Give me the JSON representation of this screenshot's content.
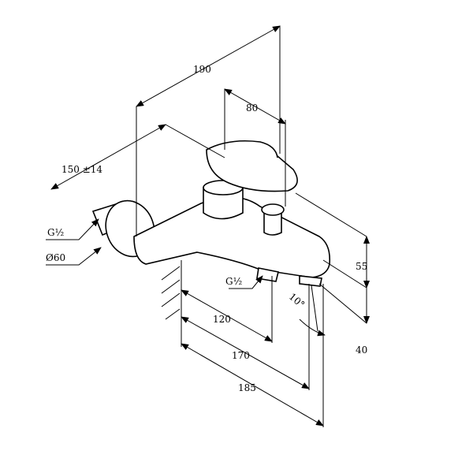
{
  "title": "Bath mixer dimension drawing",
  "dimensions": {
    "overall_depth": "190",
    "lever_offset": "80",
    "wall_distance": "150 ±14",
    "inlet_thread": "G½",
    "rosette_diameter": "Ø60",
    "outlet_thread": "G½",
    "height_upper": "55",
    "height_lower": "40",
    "outlet_angle": "10°",
    "projection_1": "120",
    "projection_2": "170",
    "projection_3": "185"
  }
}
